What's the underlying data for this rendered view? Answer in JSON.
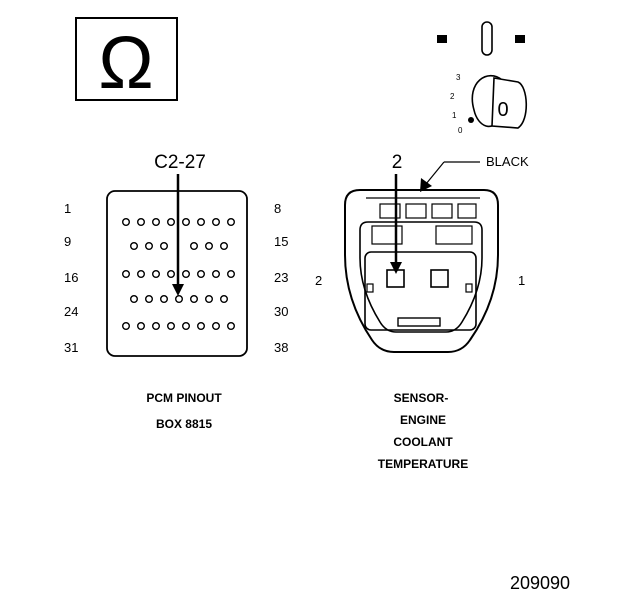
{
  "symbol": {
    "icon": "ohm-symbol-icon",
    "text": "Ω"
  },
  "switch": {
    "positions": [
      "3",
      "2",
      "1",
      "0"
    ],
    "key_label": "0"
  },
  "pcm": {
    "callout": "C2-27",
    "left_labels": [
      "1",
      "9",
      "16",
      "24",
      "31"
    ],
    "right_labels": [
      "8",
      "15",
      "23",
      "30",
      "38"
    ],
    "caption_line1": "PCM PINOUT",
    "caption_line2": "BOX 8815"
  },
  "sensor": {
    "callout": "2",
    "wire_label": "BLACK",
    "left_pin": "2",
    "right_pin": "1",
    "caption": [
      "SENSOR-",
      "ENGINE",
      "COOLANT",
      "TEMPERATURE"
    ]
  },
  "figure_number": "209090",
  "colors": {
    "ink": "#000000",
    "background": "#ffffff"
  }
}
